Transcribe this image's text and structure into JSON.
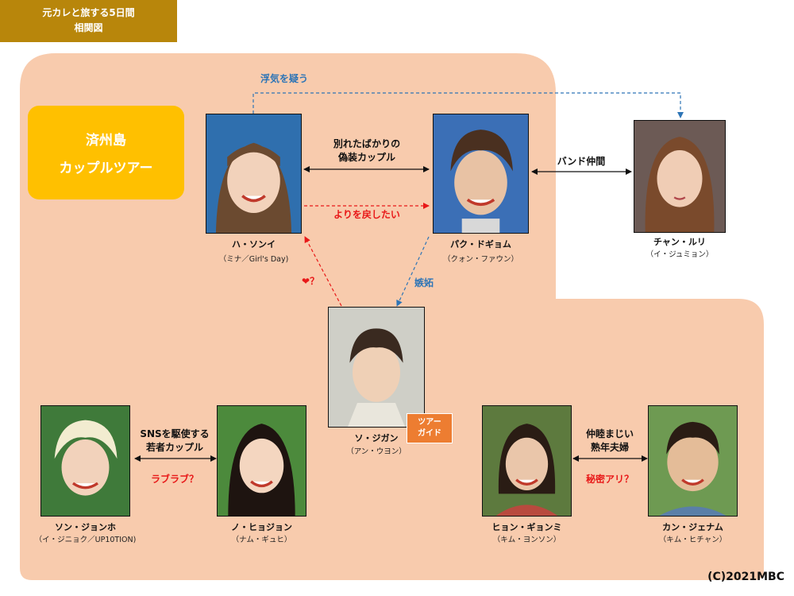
{
  "header": {
    "title_line1": "元カレと旅する5日間",
    "title_line2": "相関図"
  },
  "tour": {
    "line1": "済州島",
    "line2": "カップルツアー"
  },
  "people": {
    "ha": {
      "name": "ハ・ソンイ",
      "actor": "（ミナ／Girl's Day)"
    },
    "park": {
      "name": "パク・ドギョム",
      "actor": "（クォン・ファウン）"
    },
    "chan": {
      "name": "チャン・ルリ",
      "actor": "（イ・ジュミョン）"
    },
    "so": {
      "name": "ソ・ジガン",
      "actor": "（アン・ウヨン）"
    },
    "son": {
      "name": "ソン・ジョンホ",
      "actor": "（イ・ジニョク／UP10TION)"
    },
    "no": {
      "name": "ノ・ヒョジョン",
      "actor": "（ナム・ギュヒ）"
    },
    "hyon": {
      "name": "ヒョン・ギョンミ",
      "actor": "（キム・ヨンソン）"
    },
    "kan": {
      "name": "カン・ジェナム",
      "actor": "（キム・ヒチャン）"
    }
  },
  "relations": {
    "uwaki": "浮気を疑う",
    "fake_line1": "別れたばかりの",
    "fake_line2": "偽装カップル",
    "yori": "よりを戻したい",
    "band": "バンド仲間",
    "heart": "❤？",
    "jealousy": "嫉妬",
    "sns_line1": "SNSを駆使する",
    "sns_line2": "若者カップル",
    "lovelove": "ラブラブ？",
    "old_line1": "仲睦まじい",
    "old_line2": "熟年夫婦",
    "secret": "秘密アリ？"
  },
  "badge": {
    "line1": "ツアー",
    "line2": "ガイド"
  },
  "copyright": "(C)2021MBC",
  "colors": {
    "peach": "#f8cbad",
    "gold": "#b8860b",
    "tour": "#ffc000",
    "orange": "#ed7d31",
    "red": "#e81818",
    "blue": "#2e75b6"
  }
}
